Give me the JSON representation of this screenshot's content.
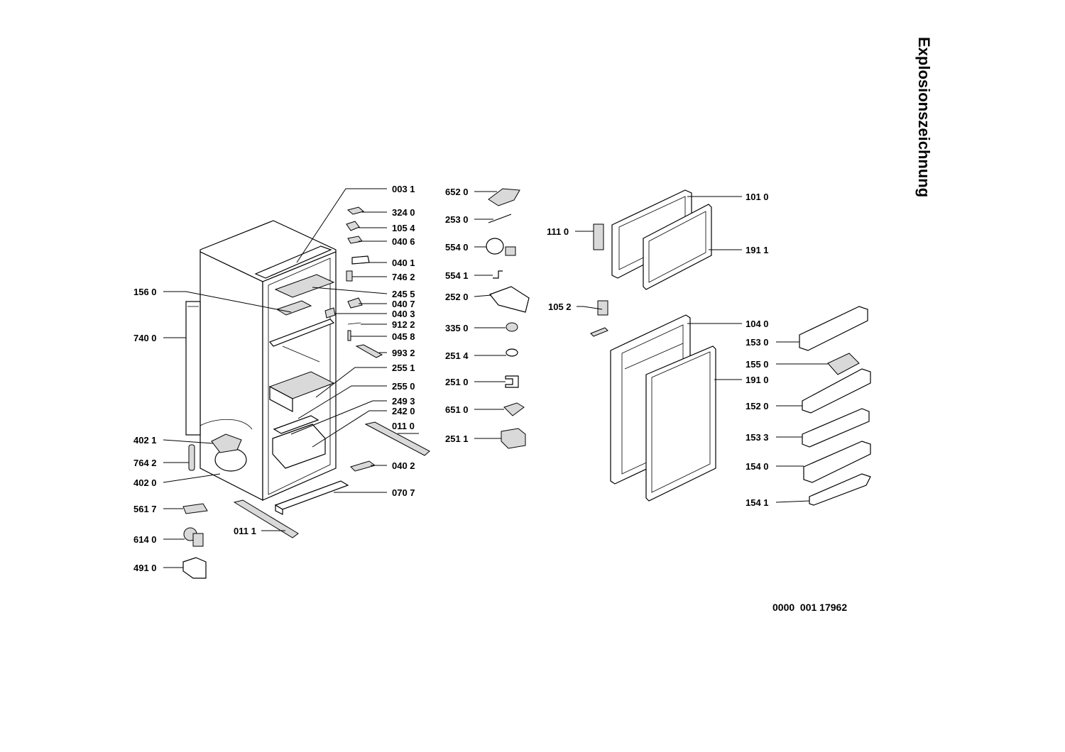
{
  "title": "Explosionszeichnung",
  "document_number": "0000  001 17962",
  "parts": {
    "p0031": "003 1",
    "p3240": "324 0",
    "p1054": "105 4",
    "p0406": "040 6",
    "p0401": "040 1",
    "p7462": "746 2",
    "p2455": "245 5",
    "p0407": "040 7",
    "p0403": "040 3",
    "p9122": "912 2",
    "p0458": "045 8",
    "p9932": "993 2",
    "p2551": "255 1",
    "p2550": "255 0",
    "p2493": "249 3",
    "p2420": "242 0",
    "p0110": "011 0",
    "p0402": "040 2",
    "p0707": "070 7",
    "p0111": "011 1",
    "p1560": "156 0",
    "p7400": "740 0",
    "p4021": "402 1",
    "p7642": "764 2",
    "p4020": "402 0",
    "p5617": "561 7",
    "p6140": "614 0",
    "p4910": "491 0",
    "p6520": "652 0",
    "p2530": "253 0",
    "p5540": "554 0",
    "p5541": "554 1",
    "p2520": "252 0",
    "p3350": "335 0",
    "p2514": "251 4",
    "p2510": "251 0",
    "p6510": "651 0",
    "p2511": "251 1",
    "p1110": "111 0",
    "p1010": "101 0",
    "p1911": "191 1",
    "p1052": "105 2",
    "p1040": "104 0",
    "p1910": "191 0",
    "p1530": "153 0",
    "p1550": "155 0",
    "p1520": "152 0",
    "p1533": "153 3",
    "p1540": "154 0",
    "p1541": "154 1"
  }
}
